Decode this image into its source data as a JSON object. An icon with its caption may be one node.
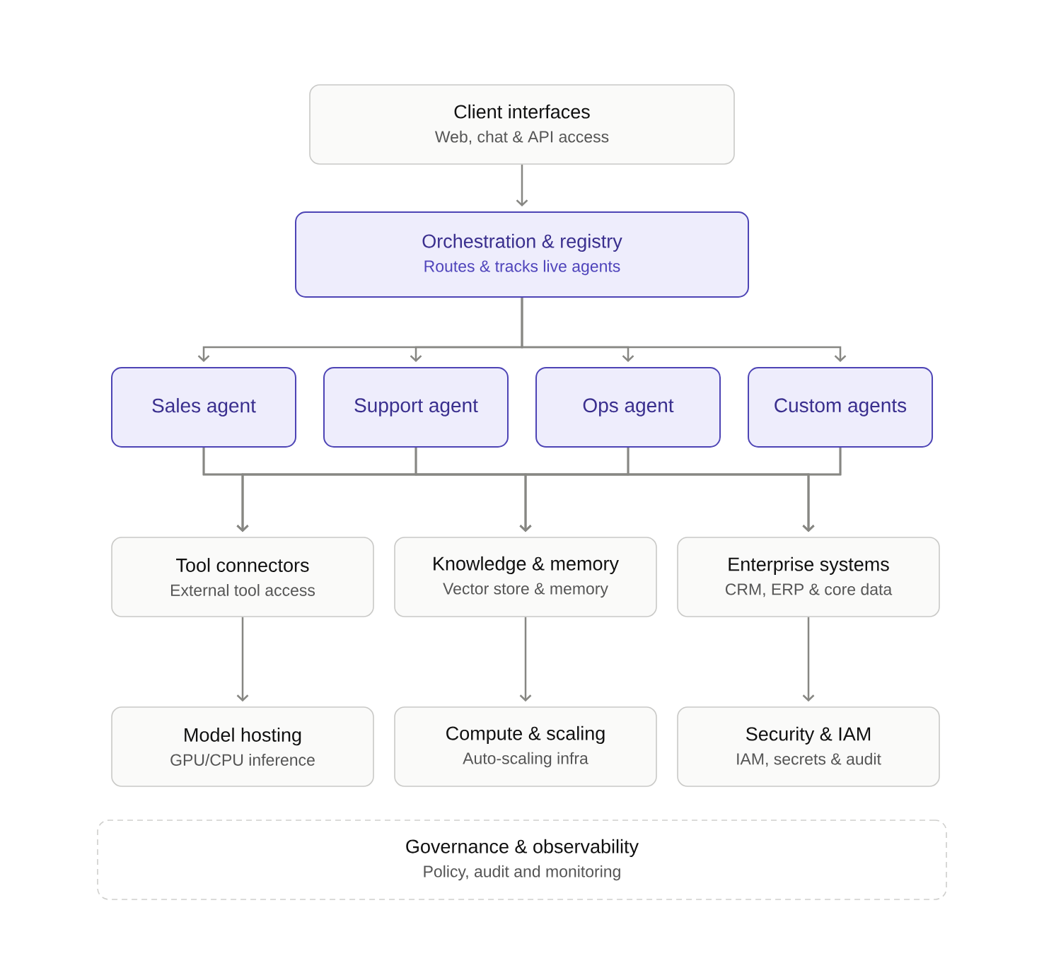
{
  "diagram": {
    "nodes": [
      {
        "text": [
          "Client interfaces",
          "Web, chat & API access"
        ]
      },
      {
        "text": [
          "Orchestration & registry",
          "Routes & tracks live agents"
        ]
      },
      {
        "text": [
          "Sales agent"
        ]
      },
      {
        "text": [
          "Support agent"
        ]
      },
      {
        "text": [
          "Ops agent"
        ]
      },
      {
        "text": [
          "Custom agents"
        ]
      },
      {
        "text": [
          "Tool connectors",
          "External tool access"
        ]
      },
      {
        "text": [
          "Knowledge & memory",
          "Vector store & memory"
        ]
      },
      {
        "text": [
          "Enterprise systems",
          "CRM, ERP & core data"
        ]
      },
      {
        "text": [
          "Model hosting",
          "GPU/CPU inference"
        ]
      },
      {
        "text": [
          "Compute & scaling",
          "Auto-scaling infra"
        ]
      },
      {
        "text": [
          "Security & IAM",
          "IAM, secrets & audit"
        ]
      },
      {
        "text": [
          "Governance & observability",
          "Policy, audit and monitoring"
        ]
      }
    ],
    "edges": [
      {
        "from": 0,
        "to": 1,
        "arrow": "to"
      },
      {
        "from": 1,
        "to": 2,
        "arrow": "to"
      },
      {
        "from": 1,
        "to": 3,
        "arrow": "to"
      },
      {
        "from": 1,
        "to": 4,
        "arrow": "to"
      },
      {
        "from": 1,
        "to": 5,
        "arrow": "to"
      },
      {
        "from": 2,
        "to": 6,
        "arrow": "to"
      },
      {
        "from": 2,
        "to": 7,
        "arrow": "to"
      },
      {
        "from": 2,
        "to": 8,
        "arrow": "to"
      },
      {
        "from": 3,
        "to": 6,
        "arrow": "to"
      },
      {
        "from": 3,
        "to": 7,
        "arrow": "to"
      },
      {
        "from": 3,
        "to": 8,
        "arrow": "to"
      },
      {
        "from": 4,
        "to": 6,
        "arrow": "to"
      },
      {
        "from": 4,
        "to": 7,
        "arrow": "to"
      },
      {
        "from": 4,
        "to": 8,
        "arrow": "to"
      },
      {
        "from": 5,
        "to": 6,
        "arrow": "to"
      },
      {
        "from": 5,
        "to": 7,
        "arrow": "to"
      },
      {
        "from": 5,
        "to": 8,
        "arrow": "to"
      },
      {
        "from": 6,
        "to": 9,
        "arrow": "to"
      },
      {
        "from": 7,
        "to": 10,
        "arrow": "to"
      },
      {
        "from": 8,
        "to": 11,
        "arrow": "to"
      }
    ]
  }
}
